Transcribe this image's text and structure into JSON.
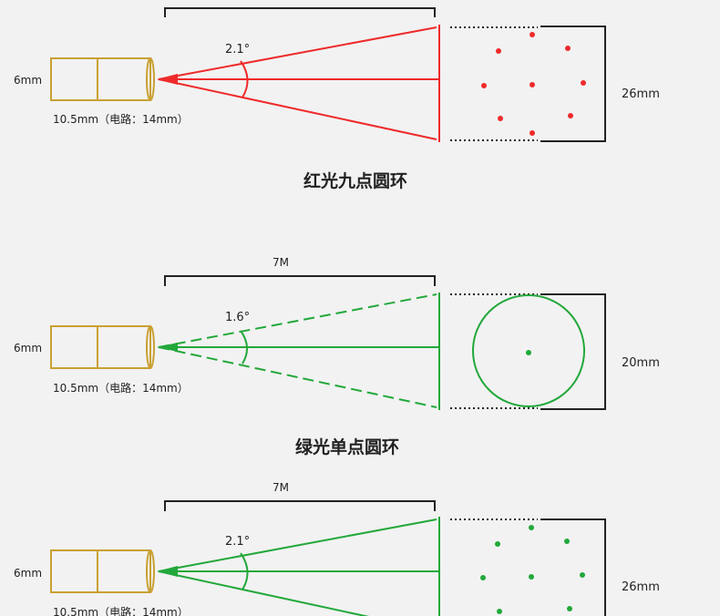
{
  "colors": {
    "red": "#ef2a2a",
    "green": "#22a83a",
    "body": "#c9a033",
    "ink": "#222222",
    "background": "#f2f2f2"
  },
  "sections": [
    {
      "id": "red",
      "color": "red",
      "dashed_edges": false,
      "distance_label": "",
      "angle_label": "2.1°",
      "diameter_label": "6mm",
      "length_label": "10.5mm（电路：14mm）",
      "size_label": "26mm",
      "title": "红光九点圆环",
      "pattern": "nine-dots"
    },
    {
      "id": "green-single",
      "color": "green",
      "dashed_edges": true,
      "distance_label": "7M",
      "angle_label": "1.6°",
      "diameter_label": "6mm",
      "length_label": "10.5mm（电路：14mm）",
      "size_label": "20mm",
      "title": "绿光单点圆环",
      "pattern": "circle-center-dot"
    },
    {
      "id": "green-nine",
      "color": "green",
      "dashed_edges": false,
      "distance_label": "7M",
      "angle_label": "2.1°",
      "diameter_label": "6mm",
      "length_label": "10.5mm（电路：14mm）",
      "size_label": "26mm",
      "title": "",
      "pattern": "nine-dots"
    }
  ]
}
